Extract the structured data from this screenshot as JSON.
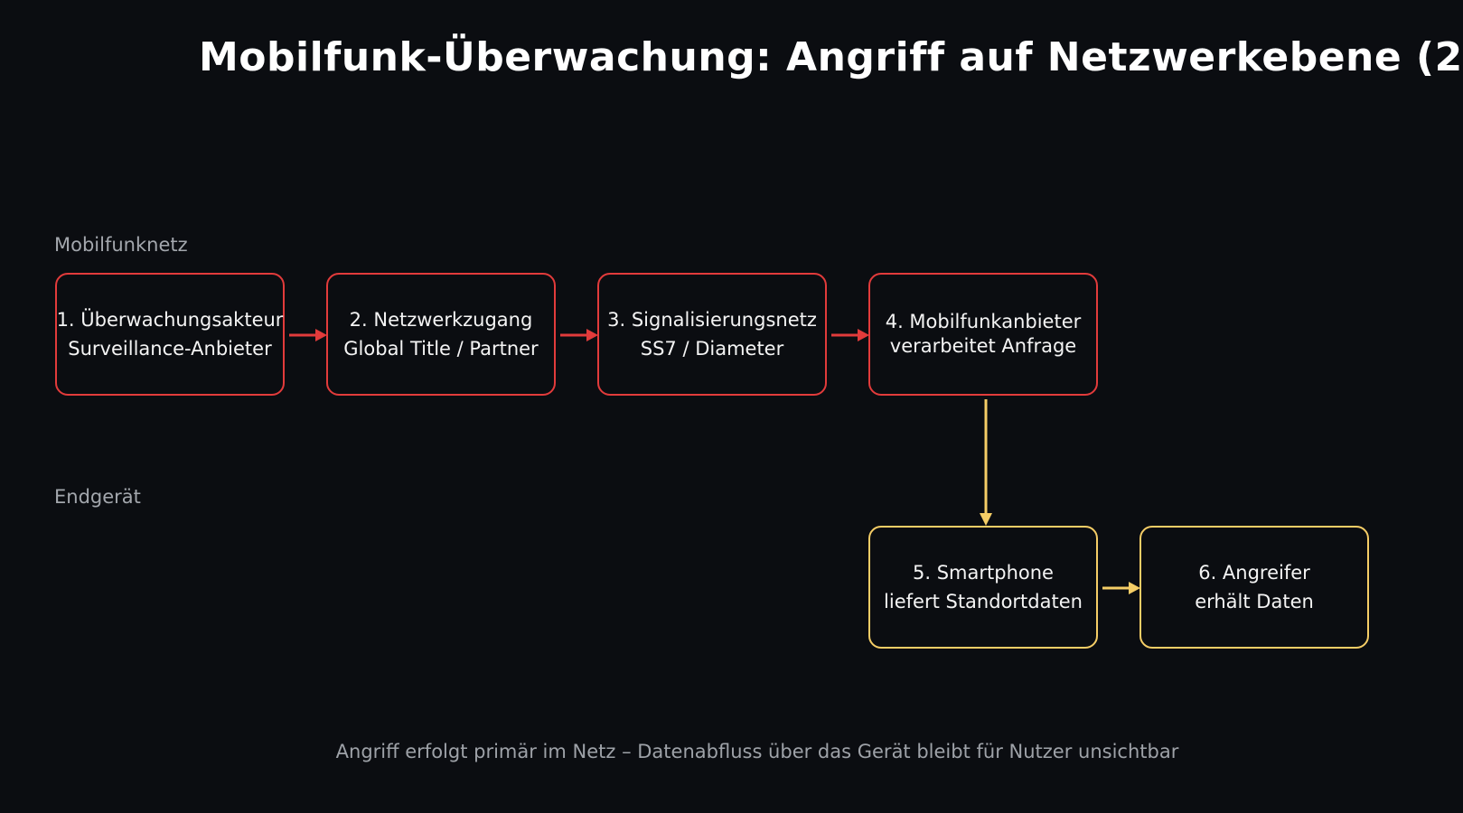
{
  "title": "Mobilfunk-Überwachung: Angriff auf Netzwerkebene (2",
  "lanes": {
    "network": "Mobilfunknetz",
    "device": "Endgerät"
  },
  "nodes": [
    {
      "line1": "1. Überwachungsakteur",
      "line2": "Surveillance-Anbieter"
    },
    {
      "line1": "2. Netzwerkzugang",
      "line2": "Global Title / Partner"
    },
    {
      "line1": "3. Signalisierungsnetz",
      "line2": "SS7 / Diameter"
    },
    {
      "line1": "4. Mobilfunkanbieter",
      "line2": "verarbeitet Anfrage"
    },
    {
      "line1": "5. Smartphone",
      "line2": "liefert Standortdaten"
    },
    {
      "line1": "6. Angreifer",
      "line2": "erhält Daten"
    }
  ],
  "colors": {
    "background": "#0b0d11",
    "network_accent": "#e23b3b",
    "device_accent": "#f5cd66",
    "muted_text": "#a3a7ad"
  },
  "footer": "Angriff erfolgt primär im Netz – Datenabfluss über das Gerät bleibt für Nutzer unsichtbar"
}
